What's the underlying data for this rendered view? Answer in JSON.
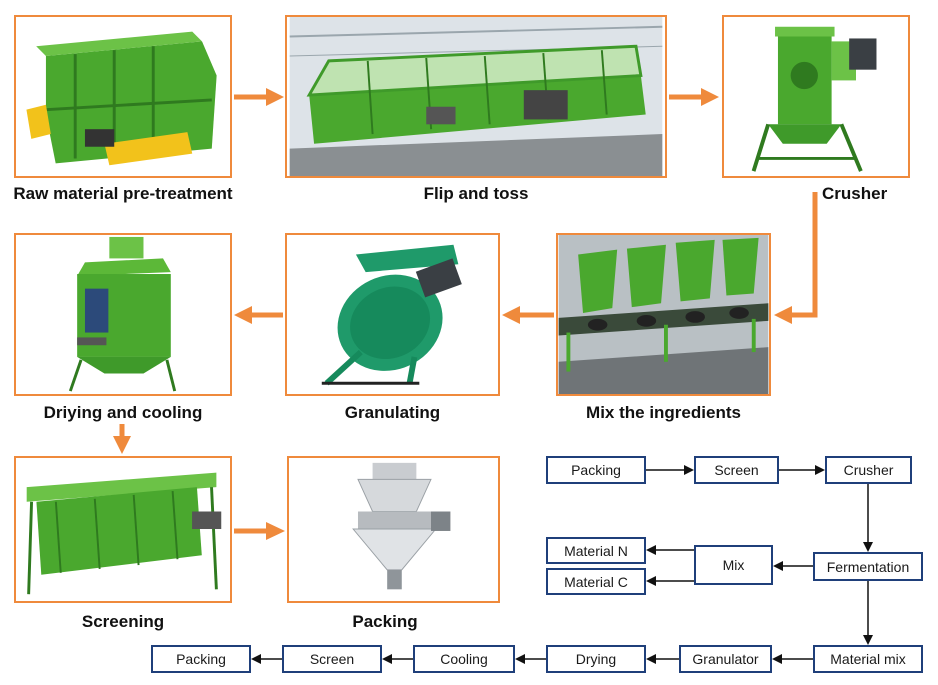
{
  "stages": [
    {
      "id": "pretreatment",
      "caption": "Raw material pre-treatment",
      "icon": "pretreatment-machine-icon"
    },
    {
      "id": "flip",
      "caption": "Flip and toss",
      "icon": "turner-machine-icon"
    },
    {
      "id": "crusher",
      "caption": "Crusher",
      "icon": "crusher-machine-icon"
    },
    {
      "id": "mix",
      "caption": "Mix the ingredients",
      "icon": "mixer-line-icon"
    },
    {
      "id": "granulating",
      "caption": "Granulating",
      "icon": "disc-granulator-icon"
    },
    {
      "id": "drying",
      "caption": "Driying and cooling",
      "icon": "dryer-cooler-icon"
    },
    {
      "id": "screening",
      "caption": "Screening",
      "icon": "rotary-screen-icon"
    },
    {
      "id": "packing",
      "caption": "Packing",
      "icon": "packing-machine-icon"
    }
  ],
  "flowchart": {
    "packing_top": "Packing",
    "screen_top": "Screen",
    "crusher": "Crusher",
    "material_n": "Material N",
    "material_c": "Material C",
    "mix": "Mix",
    "fermentation": "Fermentation",
    "packing_bottom": "Packing",
    "screen_bottom": "Screen",
    "cooling": "Cooling",
    "drying": "Drying",
    "granulator": "Granulator",
    "material_mix": "Material mix"
  },
  "colors": {
    "accent": "#ef8a3c",
    "machine_green": "#4aa82e",
    "machine_dark_green": "#2f7a1f",
    "box_border": "#1f3f7a"
  }
}
